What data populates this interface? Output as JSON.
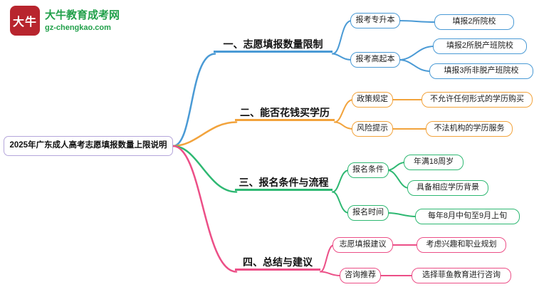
{
  "logo": {
    "seal_text": "大牛",
    "brand": "大牛教育成考网",
    "domain": "gz-chengkao.com"
  },
  "root": {
    "title": "2025年广东成人高考志愿填报数量上限说明"
  },
  "colors": {
    "branch1_blue": "#4a9ad5",
    "branch2_orange": "#f2a33c",
    "branch3_green": "#2eb872",
    "branch4_pink": "#ec4f87",
    "root_border_purple": "#b5a6db",
    "brand_green": "#21a04a",
    "seal_red": "#b8252e"
  },
  "branches": [
    {
      "label": "一、志愿填报数量限制",
      "children": [
        {
          "label": "报考专升本",
          "leaves": [
            "填报2所院校"
          ]
        },
        {
          "label": "报考高起本",
          "leaves": [
            "填报2所脱产班院校",
            "填报3所非脱产班院校"
          ]
        }
      ]
    },
    {
      "label": "二、能否花钱买学历",
      "children": [
        {
          "label": "政策规定",
          "leaves": [
            "不允许任何形式的学历购买"
          ]
        },
        {
          "label": "风险提示",
          "leaves": [
            "不法机构的学历服务"
          ]
        }
      ]
    },
    {
      "label": "三、报名条件与流程",
      "children": [
        {
          "label": "报名条件",
          "leaves": [
            "年满18周岁",
            "具备相应学历背景"
          ]
        },
        {
          "label": "报名时间",
          "leaves": [
            "每年8月中旬至9月上旬"
          ]
        }
      ]
    },
    {
      "label": "四、总结与建议",
      "children": [
        {
          "label": "志愿填报建议",
          "leaves": [
            "考虑兴趣和职业规划"
          ]
        },
        {
          "label": "咨询推荐",
          "leaves": [
            "选择菲鱼教育进行咨询"
          ]
        }
      ]
    }
  ]
}
